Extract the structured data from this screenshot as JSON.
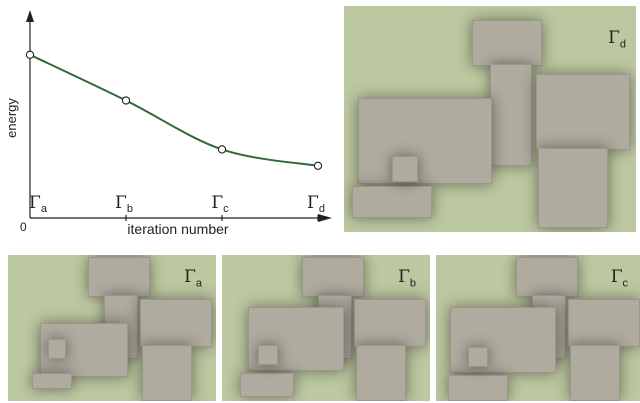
{
  "chart_data": {
    "type": "line",
    "ylabel": "energy",
    "xlabel": "iteration number",
    "origin_label": "0",
    "x": [
      0,
      1,
      2,
      3
    ],
    "y": [
      100,
      72,
      42,
      32
    ],
    "ylim": [
      0,
      125
    ],
    "milestones": [
      {
        "sym": "Γ",
        "sub": "a",
        "x": 0
      },
      {
        "sym": "Γ",
        "sub": "b",
        "x": 1
      },
      {
        "sym": "Γ",
        "sub": "c",
        "x": 2
      },
      {
        "sym": "Γ",
        "sub": "d",
        "x": 3
      }
    ],
    "line_color": "#2e6b3a"
  },
  "renders": [
    {
      "id": "d",
      "sym": "Γ",
      "sub": "d"
    },
    {
      "id": "a",
      "sym": "Γ",
      "sub": "a"
    },
    {
      "id": "b",
      "sym": "Γ",
      "sub": "b"
    },
    {
      "id": "c",
      "sym": "Γ",
      "sub": "c"
    }
  ]
}
